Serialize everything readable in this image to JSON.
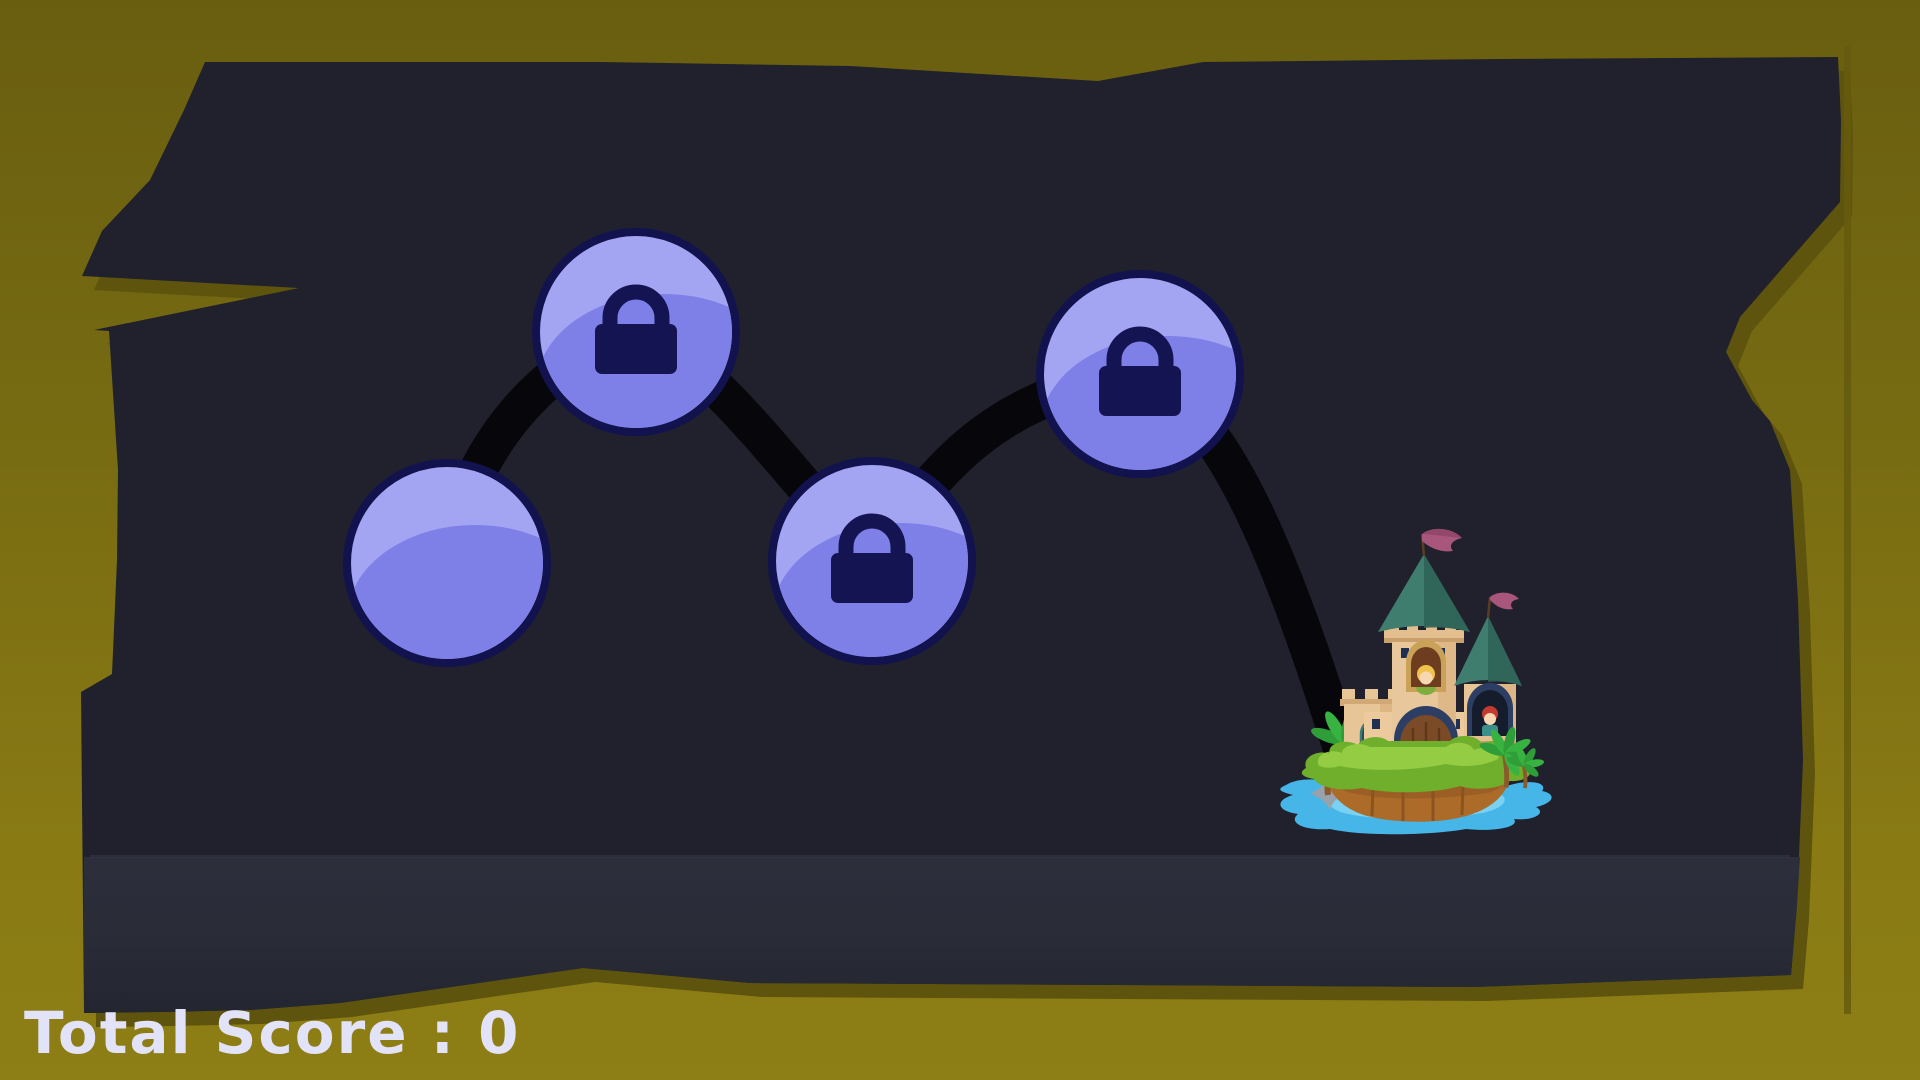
{
  "hud": {
    "total_score_text": "Total Score : 0",
    "total_score_label": "Total Score",
    "total_score_value": "0"
  },
  "levels": [
    {
      "index": 1,
      "locked": false,
      "icon": null
    },
    {
      "index": 2,
      "locked": true,
      "icon": "lock-icon"
    },
    {
      "index": 3,
      "locked": true,
      "icon": "lock-icon"
    },
    {
      "index": 4,
      "locked": true,
      "icon": "lock-icon"
    }
  ],
  "goal": {
    "icon": "castle-island-illustration"
  },
  "colors": {
    "background_olive": "#7b6e12",
    "panel_dark": "#20212c",
    "panel_bottom_strip": "#292b37",
    "panel_shadow": "#5e540d",
    "path_black": "#07070b",
    "node_fill": "#7e80e8",
    "node_highlight": "#a4a5f2",
    "node_border": "#12124e",
    "lock_icon": "#141452",
    "score_text": "#e2e2f8"
  }
}
